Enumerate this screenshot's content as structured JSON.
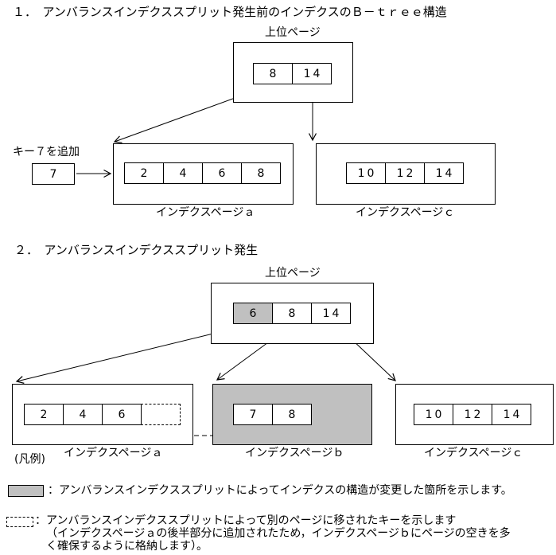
{
  "colors": {
    "highlight": "#c0c0c0",
    "line": "#000000",
    "background": "#ffffff"
  },
  "section1": {
    "title": "１．　アンバランスインデクススプリット発生前のインデクスのＢ－ｔｒｅｅ構造",
    "upper_page_label": "上位ページ",
    "top_page": {
      "cells": [
        "8",
        "14"
      ]
    },
    "key_add": {
      "label": "キー７を追加",
      "value": "7"
    },
    "page_a": {
      "cells": [
        "2",
        "4",
        "6",
        "8"
      ],
      "label": "インデクスページａ"
    },
    "page_c": {
      "cells": [
        "10",
        "12",
        "14"
      ],
      "label": "インデクスページｃ"
    }
  },
  "section2": {
    "title": "２．　アンバランスインデクススプリット発生",
    "upper_page_label": "上位ページ",
    "top_page": {
      "cells": [
        "6",
        "8",
        "14"
      ],
      "highlighted_cell": "6"
    },
    "page_a": {
      "cells": [
        "2",
        "4",
        "6"
      ],
      "label": "インデクスページａ"
    },
    "page_b": {
      "cells": [
        "7",
        "8"
      ],
      "label": "インデクスページｂ"
    },
    "page_c": {
      "cells": [
        "10",
        "12",
        "14"
      ],
      "label": "インデクスページｃ"
    }
  },
  "legend": {
    "heading": "(凡例)",
    "gray_item": "：アンバランスインデクススプリットによってインデクスの構造が変更した箇所を示します。",
    "dashed_item_line1": "：アンバランスインデクススプリットによって別のページに移されたキーを示します",
    "dashed_item_line2": "（インデクスページａの後半部分に追加されたため，インデクスページｂにページの空きを多",
    "dashed_item_line3": "く確保するように格納します）。"
  }
}
